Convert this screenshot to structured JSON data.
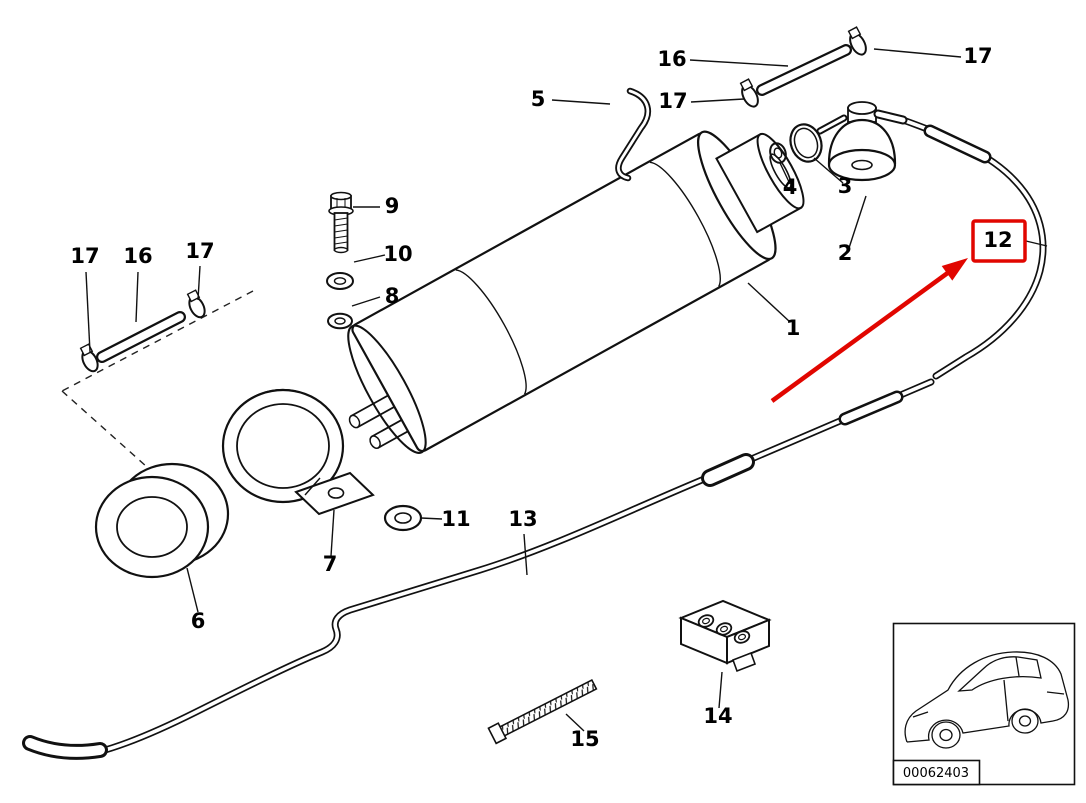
{
  "diagram": {
    "highlight_color": "#e10600",
    "line_color": "#111111",
    "highlighted_part": "12",
    "image_code": "00062403",
    "callouts": [
      {
        "part": "5"
      },
      {
        "part": "16"
      },
      {
        "part": "17"
      },
      {
        "part": "17"
      },
      {
        "part": "4"
      },
      {
        "part": "3"
      },
      {
        "part": "2"
      },
      {
        "part": "1"
      },
      {
        "part": "12"
      },
      {
        "part": "9"
      },
      {
        "part": "10"
      },
      {
        "part": "8"
      },
      {
        "part": "17"
      },
      {
        "part": "16"
      },
      {
        "part": "17"
      },
      {
        "part": "11"
      },
      {
        "part": "13"
      },
      {
        "part": "7"
      },
      {
        "part": "6"
      },
      {
        "part": "14"
      },
      {
        "part": "15"
      }
    ]
  }
}
